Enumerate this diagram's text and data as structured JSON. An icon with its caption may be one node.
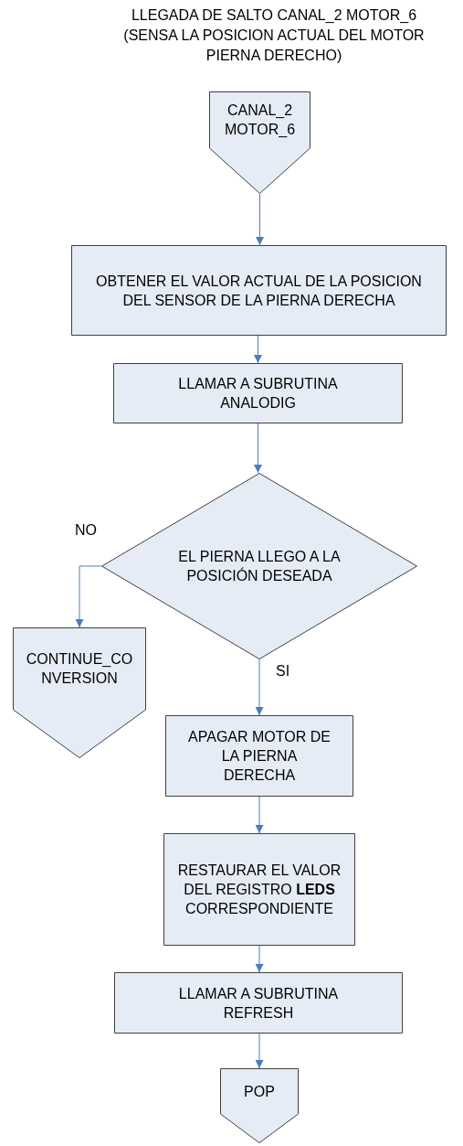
{
  "diagram": {
    "title": "LLEGADA DE SALTO CANAL_2 MOTOR_6 (SENSA LA POSICION ACTUAL DEL MOTOR PIERNA DERECHO)",
    "nodes": [
      {
        "text": [
          "CANAL_2 MOTOR_6"
        ]
      },
      {
        "text": [
          "OBTENER EL VALOR ACTUAL DE LA POSICION DEL SENSOR DE LA PIERNA DERECHA"
        ]
      },
      {
        "text": [
          "LLAMAR A SUBRUTINA ANALODIG"
        ]
      },
      {
        "text": [
          "EL PIERNA  LLEGO A LA POSICIÓN DESEADA"
        ]
      },
      {
        "text": [
          "CONTINUE_CONVERSION"
        ]
      },
      {
        "text": [
          "APAGAR MOTOR DE LA PIERNA DERECHA"
        ]
      },
      {
        "text": [
          "RESTAURAR EL VALOR DEL REGISTRO **LEDS** CORRESPONDIENTE"
        ]
      },
      {
        "text": [
          "LLAMAR A SUBRUTINA REFRESH"
        ]
      },
      {
        "text": [
          "POP"
        ]
      }
    ],
    "edges": [
      {
        "from": 0,
        "to": 1,
        "arrow": "to"
      },
      {
        "from": 1,
        "to": 2,
        "arrow": "to"
      },
      {
        "from": 2,
        "to": 3,
        "arrow": "to"
      },
      {
        "from": 3,
        "to": 4,
        "arrow": "to",
        "label": "NO"
      },
      {
        "from": 3,
        "to": 5,
        "arrow": "to",
        "label": "SI"
      },
      {
        "from": 5,
        "to": 6,
        "arrow": "to"
      },
      {
        "from": 6,
        "to": 7,
        "arrow": "to"
      },
      {
        "from": 7,
        "to": 8,
        "arrow": "to"
      }
    ]
  }
}
